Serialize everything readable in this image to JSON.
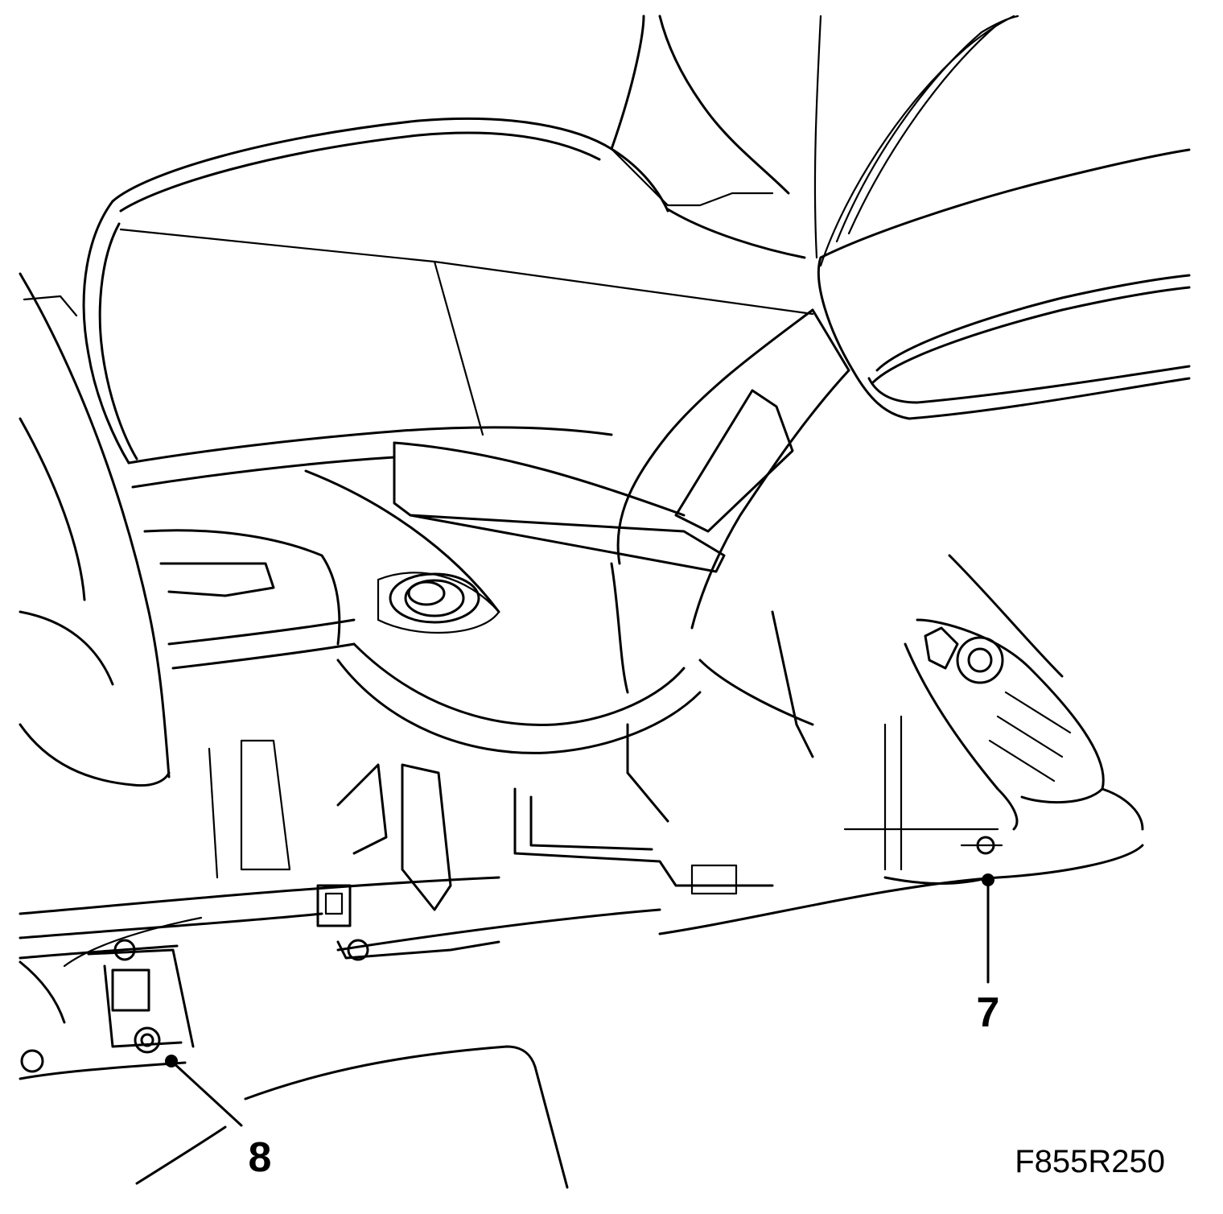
{
  "callouts": [
    {
      "id": "7",
      "label": "7"
    },
    {
      "id": "8",
      "label": "8"
    }
  ],
  "figure_id": "F855R250",
  "colors": {
    "line": "#000000",
    "background": "#ffffff"
  }
}
